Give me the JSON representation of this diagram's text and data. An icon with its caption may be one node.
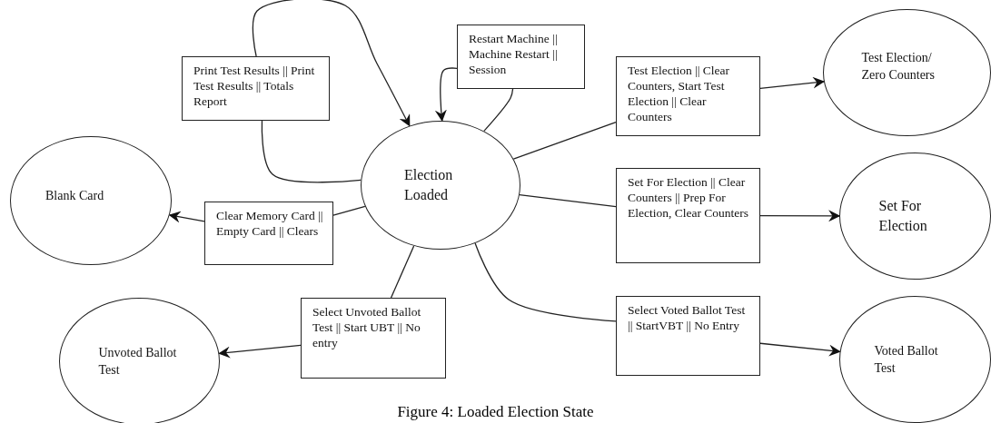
{
  "diagram": {
    "caption": "Figure 4: Loaded Election State",
    "nodes": [
      {
        "text": [
          "Election Loaded"
        ]
      },
      {
        "text": [
          "Print Test Results || Print Test Results || Totals Report"
        ]
      },
      {
        "text": [
          "Restart Machine || Machine Restart || Session"
        ]
      },
      {
        "text": [
          "Test Election || Clear Counters, Start Test Election || Clear Counters"
        ]
      },
      {
        "text": [
          "Test Election/ Zero Counters"
        ]
      },
      {
        "text": [
          "Set For Election || Clear Counters || Prep For Election, Clear Counters"
        ]
      },
      {
        "text": [
          "Set For Election"
        ]
      },
      {
        "text": [
          "Blank Card"
        ]
      },
      {
        "text": [
          "Clear Memory Card || Empty Card || Clears"
        ]
      },
      {
        "text": [
          "Select Unvoted Ballot Test || Start UBT || No entry"
        ]
      },
      {
        "text": [
          "Unvoted Ballot Test"
        ]
      },
      {
        "text": [
          "Select Voted Ballot Test || StartVBT || No Entry"
        ]
      },
      {
        "text": [
          "Voted Ballot Test"
        ]
      }
    ],
    "edges": [
      {
        "from": 0,
        "to": 1,
        "arrow": "none"
      },
      {
        "from": 1,
        "to": 0,
        "arrow": "to"
      },
      {
        "from": 0,
        "to": 2,
        "arrow": "none"
      },
      {
        "from": 2,
        "to": 0,
        "arrow": "to"
      },
      {
        "from": 0,
        "to": 3,
        "arrow": "none"
      },
      {
        "from": 3,
        "to": 4,
        "arrow": "to"
      },
      {
        "from": 0,
        "to": 5,
        "arrow": "none"
      },
      {
        "from": 5,
        "to": 6,
        "arrow": "to"
      },
      {
        "from": 0,
        "to": 8,
        "arrow": "none"
      },
      {
        "from": 8,
        "to": 7,
        "arrow": "to"
      },
      {
        "from": 0,
        "to": 9,
        "arrow": "none"
      },
      {
        "from": 9,
        "to": 10,
        "arrow": "to"
      },
      {
        "from": 0,
        "to": 11,
        "arrow": "none"
      },
      {
        "from": 11,
        "to": 12,
        "arrow": "to"
      }
    ]
  }
}
